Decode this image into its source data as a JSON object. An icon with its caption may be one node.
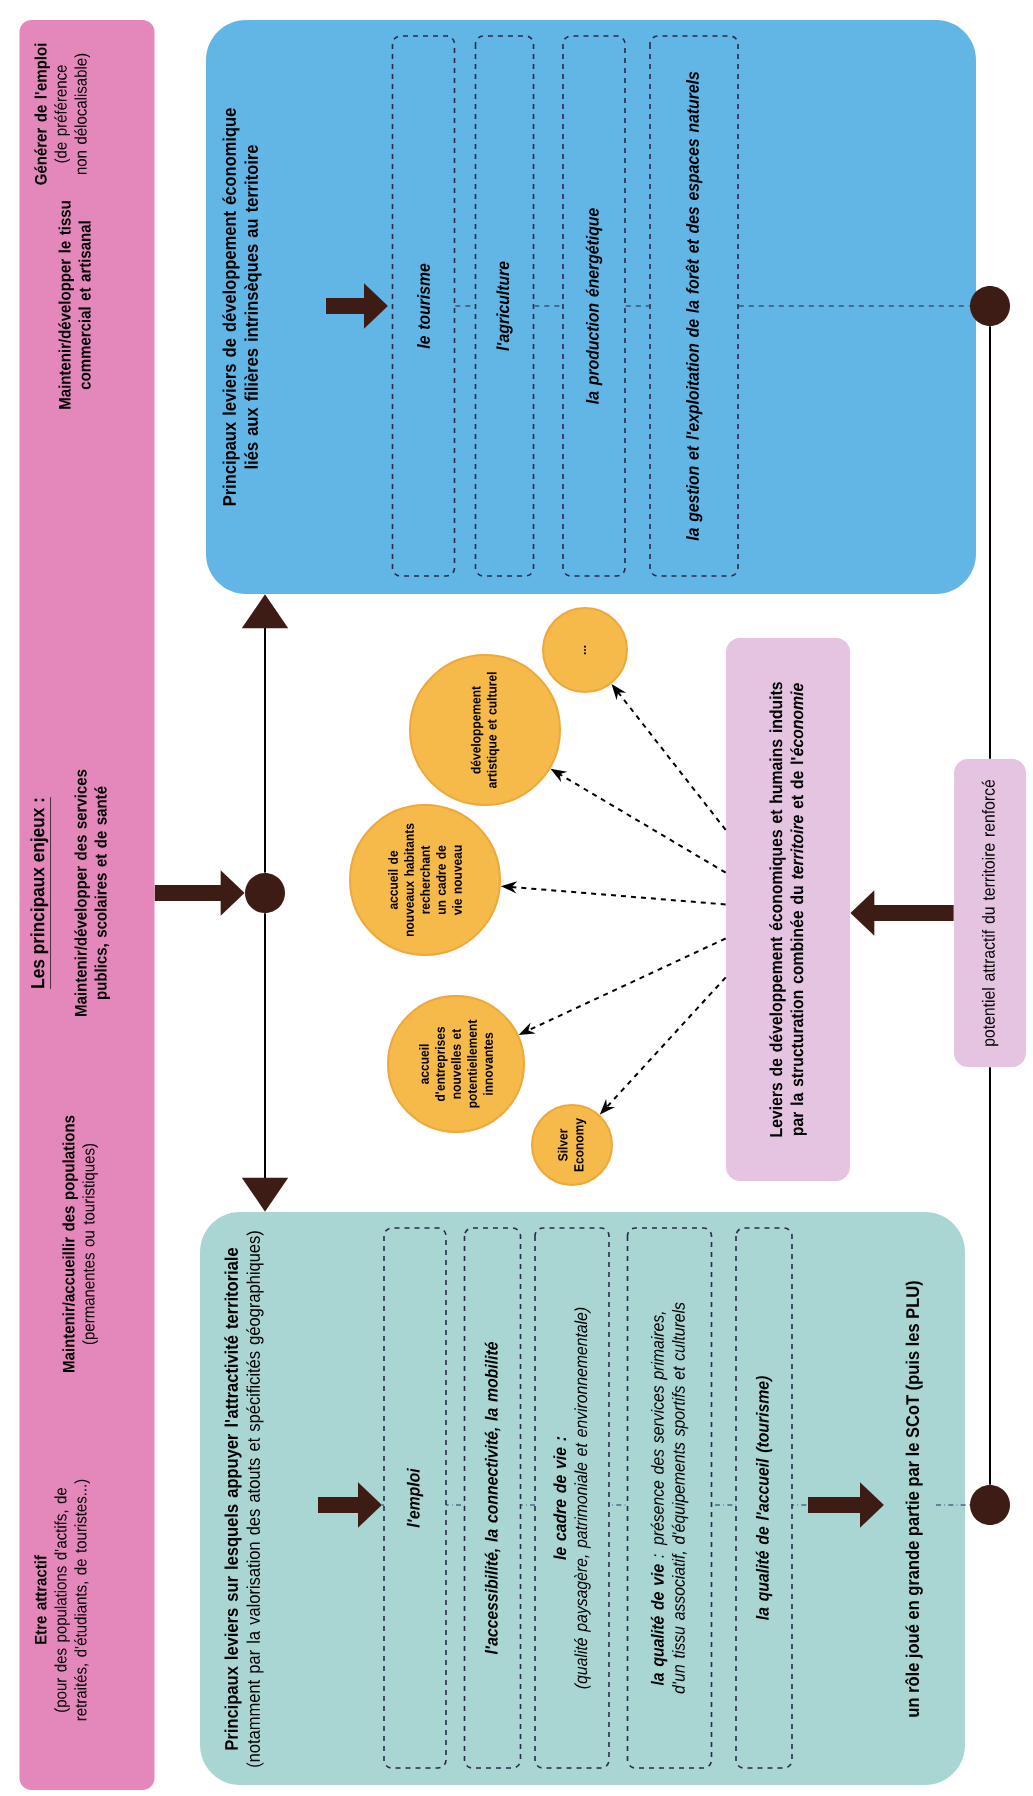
{
  "diagram": {
    "title": "Les principaux enjeux :",
    "nodes": [
      {
        "text": [
          "Etre attractif",
          "(pour des populations d'actifs, de retraités, d'étudiants, de touristes...)",
          "Maintenir/accueillir des populations",
          "(permanentes ou touristiques)",
          "Maintenir/développer des services publics, scolaires et de santé",
          "Maintenir/développer le tissu commercial et artisanal",
          "Générer de l'emploi",
          "(de préférence non délocalisable)"
        ]
      },
      {
        "text": [],
        "shape": "circle"
      },
      {
        "text": [
          "**Principaux leviers sur lesquels appuyer l'attractivité territoriale** (notamment par la valorisation des atouts et spécificités géographiques)",
          "un rôle joué en grande partie par le SCoT (puis les PLU)"
        ]
      },
      {
        "text": [
          "l'emploi"
        ],
        "in": 2
      },
      {
        "text": [
          "l'accessibilité, la connectivité, la mobilité"
        ],
        "in": 2
      },
      {
        "text": [
          "le cadre de vie :",
          "(qualité paysagère, patrimoniale et environnementale)"
        ],
        "in": 2
      },
      {
        "text": [
          "**la qualité de vie** : présence des services primaires, d'un tissu associatif, d'équipements sportifs et culturels"
        ],
        "in": 2
      },
      {
        "text": [
          "la qualité de l'accueil (tourisme)"
        ],
        "in": 2
      },
      {
        "text": [
          "Silver Economy"
        ]
      },
      {
        "text": [
          "accueil d'entreprises nouvelles et potentiellement innovantes"
        ]
      },
      {
        "text": [
          "accueil de nouveaux habitants recherchant un cadre de vie nouveau"
        ]
      },
      {
        "text": [
          "développement artistique et culturel"
        ]
      },
      {
        "text": [
          "..."
        ]
      },
      {
        "text": [
          "Leviers de développement économiques et humains induits par la structuration combinée du *territoire* et de l'*économie*"
        ]
      },
      {
        "text": [
          "potentiel attractif du territoire renforcé"
        ]
      },
      {
        "text": [
          "Principaux leviers de développement économique liés aux filières intrinsèques au territoire"
        ]
      },
      {
        "text": [
          "le tourisme"
        ],
        "in": 15
      },
      {
        "text": [
          "l'agriculture"
        ],
        "in": 15
      },
      {
        "text": [
          "la production énergétique"
        ],
        "in": 15
      },
      {
        "text": [
          "la gestion et l'exploitation de la forêt et des espaces naturels"
        ],
        "in": 15
      },
      {
        "text": [],
        "shape": "circle"
      },
      {
        "text": [],
        "shape": "circle"
      }
    ],
    "edges": [
      {
        "from": 0,
        "to": 1,
        "arrow": "to",
        "style": "thick"
      },
      {
        "from": 1,
        "to": 2,
        "arrow": "to"
      },
      {
        "from": 1,
        "to": 15,
        "arrow": "to"
      },
      {
        "from": 13,
        "to": 8,
        "arrow": "to",
        "style": "dashed"
      },
      {
        "from": 13,
        "to": 9,
        "arrow": "to",
        "style": "dashed"
      },
      {
        "from": 13,
        "to": 10,
        "arrow": "to",
        "style": "dashed"
      },
      {
        "from": 13,
        "to": 11,
        "arrow": "to",
        "style": "dashed"
      },
      {
        "from": 13,
        "to": 12,
        "arrow": "to",
        "style": "dashed"
      },
      {
        "from": 14,
        "to": 13,
        "arrow": "to",
        "style": "thick"
      },
      {
        "from": 20,
        "to": 14,
        "arrow": "none"
      },
      {
        "from": 14,
        "to": 21,
        "arrow": "none"
      },
      {
        "from": 16,
        "to": 17,
        "arrow": "none",
        "style": "dashed",
        "color": "#4a6a8a"
      },
      {
        "from": 17,
        "to": 18,
        "arrow": "none",
        "style": "dashed",
        "color": "#4a6a8a"
      },
      {
        "from": 18,
        "to": 19,
        "arrow": "none",
        "style": "dashed",
        "color": "#4a6a8a"
      },
      {
        "from": 19,
        "to": 21,
        "arrow": "none",
        "style": "dashed",
        "color": "#4a6a8a"
      }
    ]
  }
}
